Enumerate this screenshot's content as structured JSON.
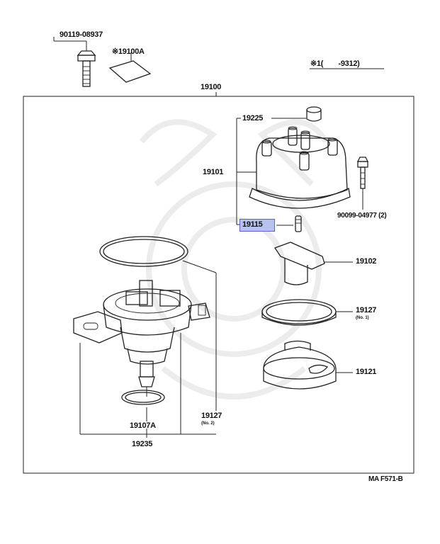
{
  "labels": {
    "bolt_top": "90119-08937",
    "label_part": "※19100A",
    "note": "※1(　　-9312)",
    "assembly": "19100",
    "cap_grommet": "19225",
    "distributor_cap": "19101",
    "cap_bolt": "90099-04977 (2)",
    "carbon_piece": "19115",
    "rotor": "19102",
    "gasket_1": "19127",
    "gasket_1_sub": "(No. 1)",
    "cover": "19121",
    "gasket_2": "19127",
    "gasket_2_sub": "(No. 2)",
    "oring": "19107A",
    "housing": "19235",
    "figure_code": "MA F571-B"
  }
}
